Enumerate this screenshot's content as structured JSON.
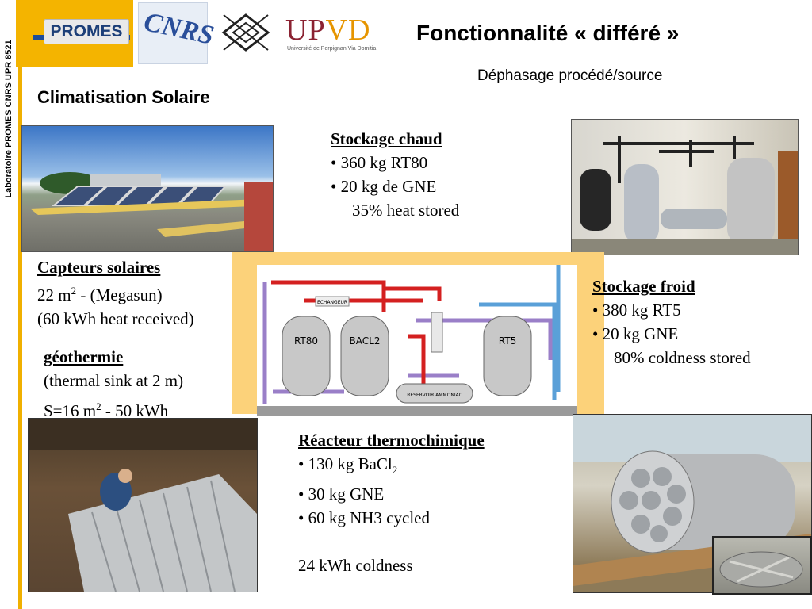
{
  "side_label": "Laboratoire PROMES CNRS UPR 8521",
  "logos": {
    "promes": "PROMES",
    "cnrs": "CNRS",
    "upvd": {
      "u": "UP",
      "vd": "VD",
      "sub": "Université de Perpignan  Via Domitia"
    }
  },
  "header": {
    "title": "Fonctionnalité « différé »",
    "subtitle": "Déphasage procédé/source"
  },
  "section_title": "Climatisation Solaire",
  "blocks": {
    "hot": {
      "heading": "Stockage chaud",
      "lines": [
        "•  360 kg RT80",
        "•   20  kg de GNE",
        "35% heat stored"
      ]
    },
    "solar": {
      "heading": "Capteurs solaires",
      "line1_value": " 22 m",
      "line1_sup": "2",
      "line1_rest": " - (Megasun)",
      "line2": "(60 kWh heat received)"
    },
    "cold": {
      "heading": "Stockage froid",
      "lines": [
        "• 380 kg RT5",
        "•   20  kg GNE",
        "80%  coldness stored"
      ]
    },
    "geo": {
      "heading": "géothermie",
      "line1": "(thermal sink at 2 m)",
      "line2_a": " S=16 m",
      "line2_sup": "2",
      "line2_b": "  -  50 kWh"
    },
    "reactor": {
      "heading": "Réacteur thermochimique",
      "line1_a": "• 130 kg BaCl",
      "line1_sub": "2",
      "line2": "•   30  kg GNE",
      "line3": "•  60 kg NH3 cycled",
      "line4": "24 kWh coldness"
    }
  },
  "schema_labels": {
    "tank1": "RT80",
    "tank2": "BACL2",
    "tank3": "RT5",
    "tag_top": "ECHANGEUR",
    "tag_bottom": "RESERVOIR AMMONIAC"
  },
  "colors": {
    "accent_orange": "#f0b000",
    "schema_frame": "#fcd27a",
    "pipe_red": "#d42020",
    "pipe_purple": "#9a7fc8",
    "pipe_blue": "#5aa0d8"
  }
}
